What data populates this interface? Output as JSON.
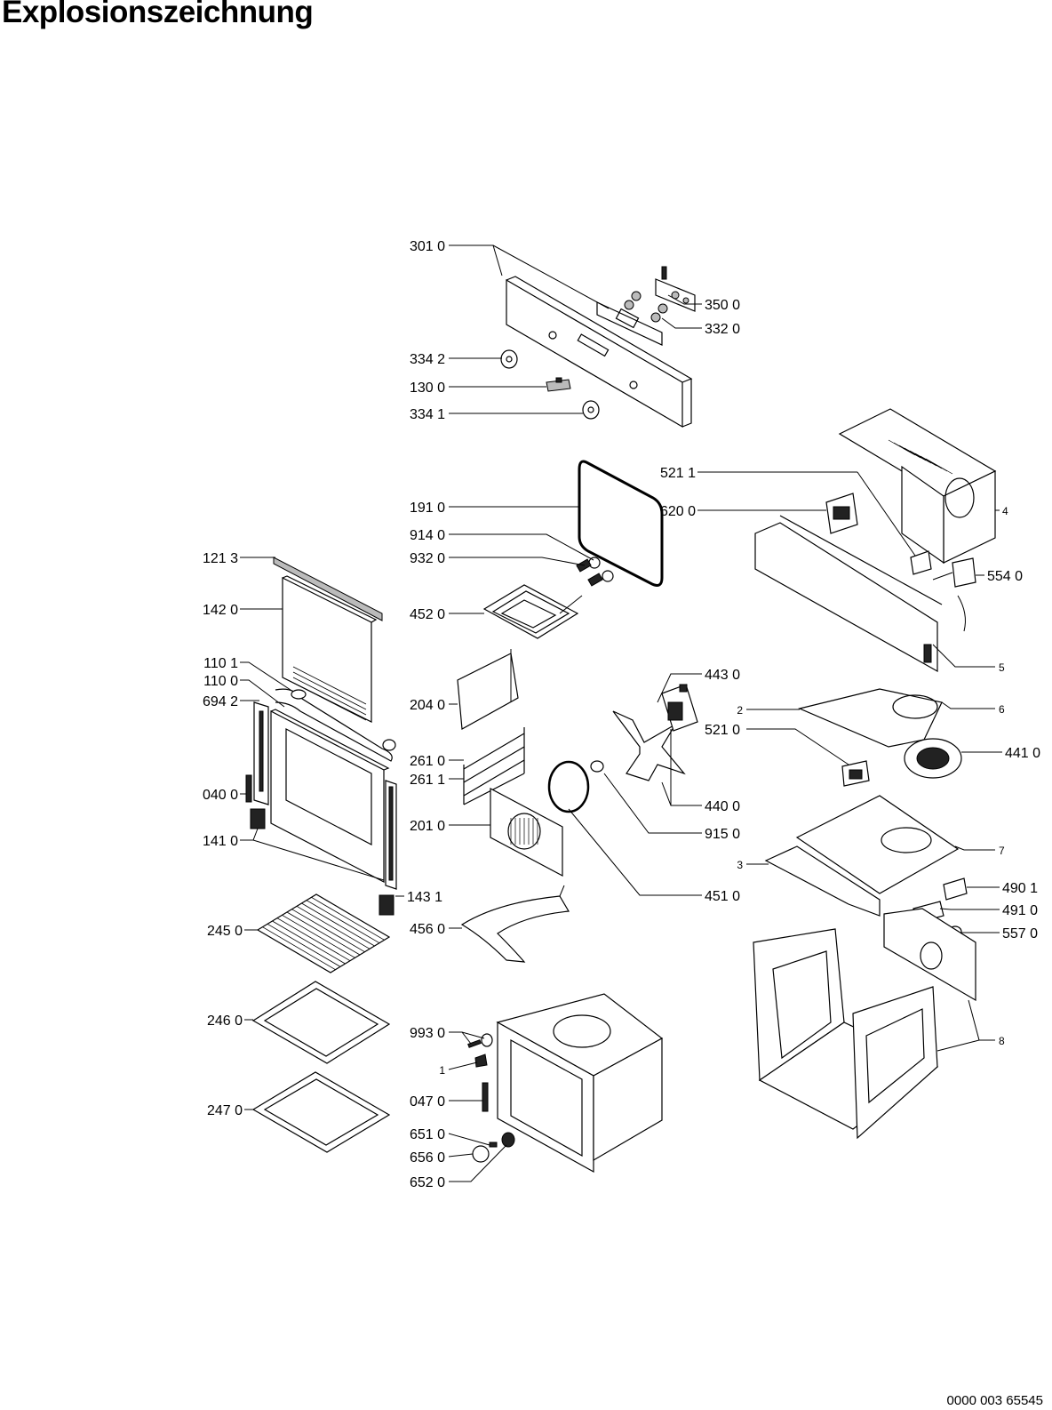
{
  "title": "Explosionszeichnung",
  "document_number": "0000 003 65545",
  "callouts": {
    "c3010": "301 0",
    "c3500": "350 0",
    "c3320": "332 0",
    "c3342": "334 2",
    "c1300": "130 0",
    "c3341": "334 1",
    "c5211": "521 1",
    "c1910": "191 0",
    "c6200": "620 0",
    "c9140": "914 0",
    "c9320": "932 0",
    "c1213": "121 3",
    "c5540": "554 0",
    "c1420": "142 0",
    "c4520": "452 0",
    "c1101": "110 1",
    "c1100": "110 0",
    "c6942": "694 2",
    "c2040": "204 0",
    "c4430": "443 0",
    "c2": "2",
    "c6": "6",
    "c5210": "521 0",
    "c4": "4",
    "c5": "5",
    "c4410": "441 0",
    "c2610": "261 0",
    "c2611": "261 1",
    "c0400": "040 0",
    "c4400": "440 0",
    "c2010": "201 0",
    "c9150": "915 0",
    "c1410": "141 0",
    "c7": "7",
    "c3": "3",
    "c4510": "451 0",
    "c1431": "143 1",
    "c4901": "490 1",
    "c4910": "491 0",
    "c2450": "245 0",
    "c4560": "456 0",
    "c5570": "557 0",
    "c2460": "246 0",
    "c9930": "993 0",
    "c8": "8",
    "c1": "1",
    "c0470": "047 0",
    "c2470": "247 0",
    "c6510": "651 0",
    "c6560": "656 0",
    "c6520": "652 0"
  }
}
